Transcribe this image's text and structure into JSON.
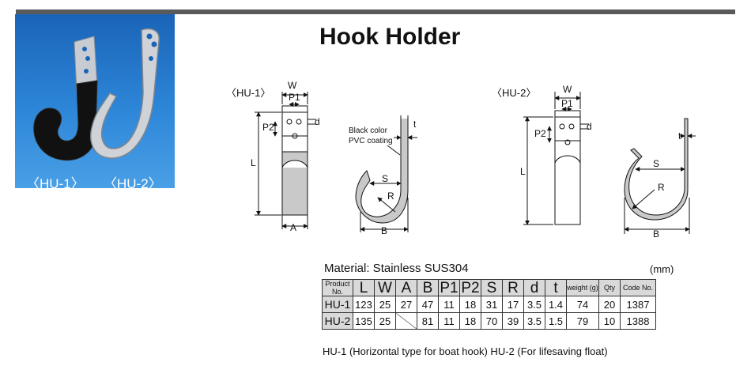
{
  "title": "Hook Holder",
  "photo": {
    "label_hu1": "〈HU-1〉",
    "label_hu2": "〈HU-2〉"
  },
  "drawing_hu1": {
    "label": "〈HU-1〉",
    "dims": {
      "W": "W",
      "P1": "P1",
      "P2": "P2",
      "d": "d",
      "L": "L",
      "A": "A",
      "t": "t",
      "S": "S",
      "R": "R",
      "B": "B"
    },
    "coating_line1": "Black color",
    "coating_line2": "PVC coating"
  },
  "drawing_hu2": {
    "label": "〈HU-2〉",
    "dims": {
      "W": "W",
      "P1": "P1",
      "P2": "P2",
      "d": "d",
      "L": "L",
      "t": "t",
      "S": "S",
      "R": "R",
      "B": "B"
    }
  },
  "material": "Material: Stainless SUS304",
  "unit": "(mm)",
  "table": {
    "headers": {
      "product": "Product No.",
      "L": "L",
      "W": "W",
      "A": "A",
      "B": "B",
      "P1": "P1",
      "P2": "P2",
      "S": "S",
      "R": "R",
      "d": "d",
      "t": "t",
      "weight": "weight (g)",
      "qty": "Qty",
      "code": "Code No."
    },
    "rows": [
      {
        "product": "HU-1",
        "L": "123",
        "W": "25",
        "A": "27",
        "B": "47",
        "P1": "11",
        "P2": "18",
        "S": "31",
        "R": "17",
        "d": "3.5",
        "t": "1.4",
        "weight": "74",
        "qty": "20",
        "code": "1387"
      },
      {
        "product": "HU-2",
        "L": "135",
        "W": "25",
        "A": "",
        "B": "81",
        "P1": "11",
        "P2": "18",
        "S": "70",
        "R": "39",
        "d": "3.5",
        "t": "1.5",
        "weight": "79",
        "qty": "10",
        "code": "1388"
      }
    ]
  },
  "note": "HU-1 (Horizontal type for boat hook) HU-2 (For lifesaving float)"
}
